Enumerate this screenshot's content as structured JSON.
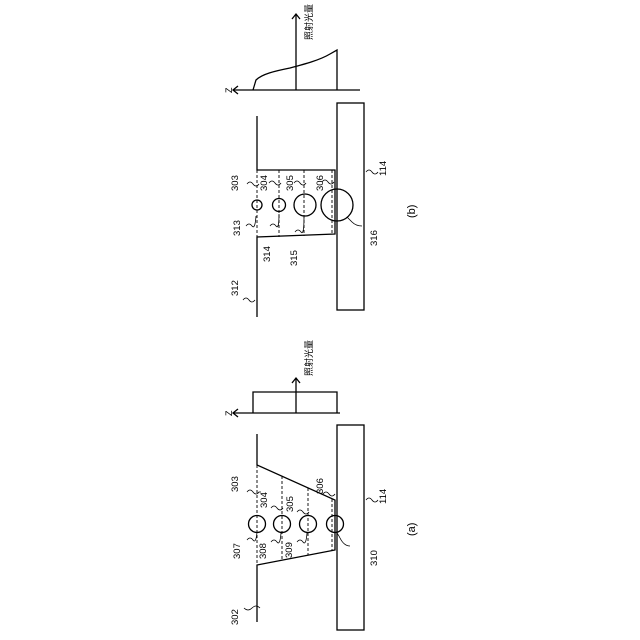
{
  "figures": [
    {
      "caption": "(a)",
      "axis_z": "Z",
      "axis_irradiation": "照射光量",
      "labels": {
        "outline": "302",
        "lower_dash": "303",
        "dash_304": "304",
        "dash_305": "305",
        "dash_306": "306",
        "bubble_1": "307",
        "bubble_2": "308",
        "bubble_3": "309",
        "bubble_4": "310",
        "substrate": "114"
      }
    },
    {
      "caption": "(b)",
      "axis_z": "Z",
      "axis_irradiation": "照射光量",
      "labels": {
        "outline": "312",
        "lower_dash": "303",
        "dash_304": "304",
        "dash_305": "305",
        "dash_306": "306",
        "bubble_1": "313",
        "bubble_2": "314",
        "bubble_3": "315",
        "bubble_4": "316",
        "substrate": "114"
      }
    }
  ]
}
